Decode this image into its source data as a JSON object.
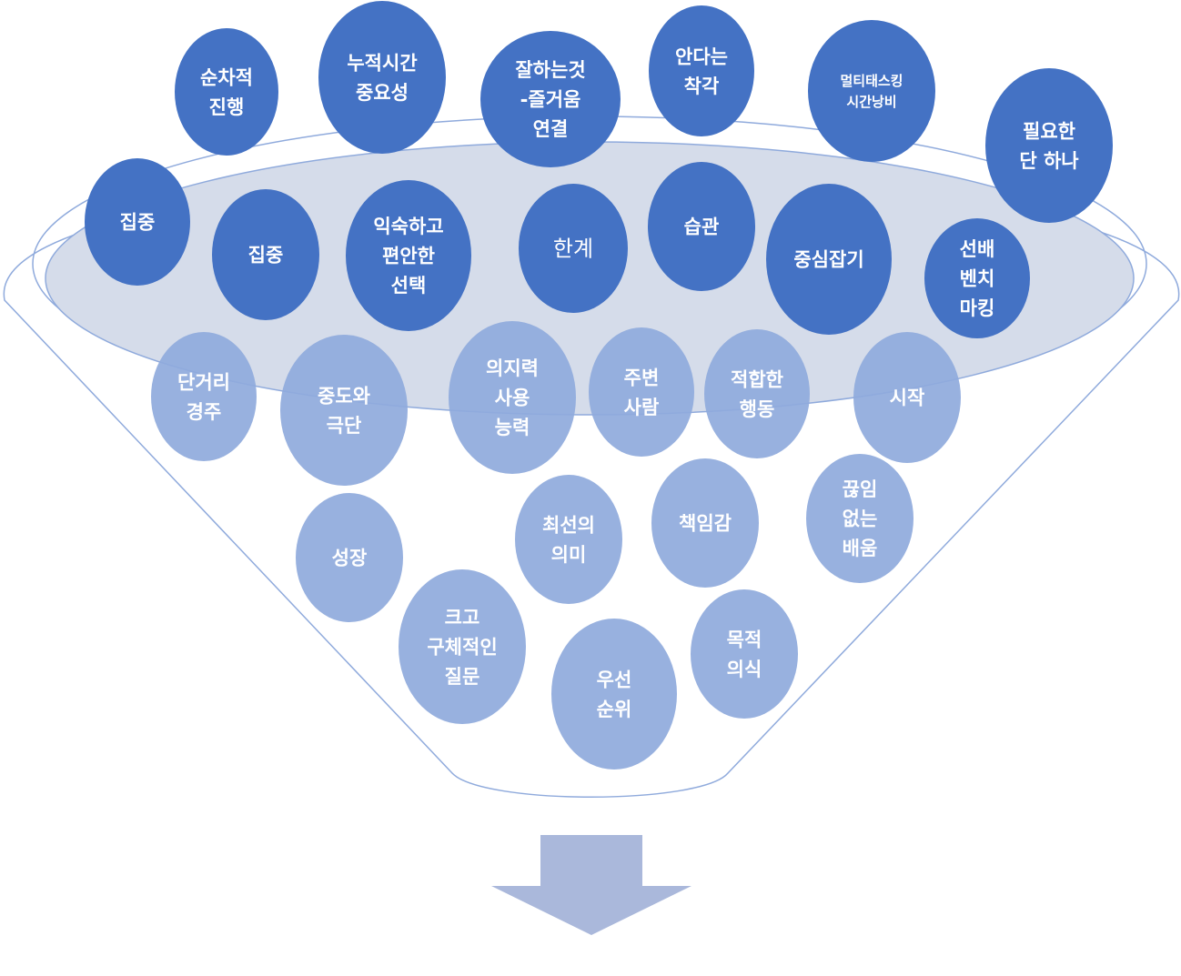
{
  "colors": {
    "dark_bubble": "#4472c4",
    "light_bubble": "#8faadc",
    "funnel_stroke": "#8faadc",
    "funnel_top": "#d5dcea",
    "arrow": "#aab8db",
    "text": "#ffffff"
  },
  "bubbles": [
    {
      "id": "b01",
      "lines": [
        "순차적",
        "진행"
      ],
      "tone": "dark"
    },
    {
      "id": "b02",
      "lines": [
        "누적시간",
        "중요성"
      ],
      "tone": "dark"
    },
    {
      "id": "b03",
      "lines": [
        "잘하는것",
        "-즐거움",
        "연결"
      ],
      "tone": "dark"
    },
    {
      "id": "b04",
      "lines": [
        "안다는",
        "착각"
      ],
      "tone": "dark"
    },
    {
      "id": "b05",
      "lines": [
        "멀티태스킹",
        "시간낭비"
      ],
      "tone": "dark"
    },
    {
      "id": "b06",
      "lines": [
        "필요한",
        "단 하나"
      ],
      "tone": "dark"
    },
    {
      "id": "b07",
      "lines": [
        "집중"
      ],
      "tone": "dark"
    },
    {
      "id": "b08",
      "lines": [
        "집중"
      ],
      "tone": "dark"
    },
    {
      "id": "b09",
      "lines": [
        "익숙하고",
        "편안한",
        "선택"
      ],
      "tone": "dark"
    },
    {
      "id": "b10",
      "lines": [
        "한계"
      ],
      "tone": "dark"
    },
    {
      "id": "b11",
      "lines": [
        "습관"
      ],
      "tone": "dark"
    },
    {
      "id": "b12",
      "lines": [
        "중심잡기"
      ],
      "tone": "dark"
    },
    {
      "id": "b13",
      "lines": [
        "선배",
        "벤치",
        "마킹"
      ],
      "tone": "dark"
    },
    {
      "id": "b14",
      "lines": [
        "단거리",
        "경주"
      ],
      "tone": "light"
    },
    {
      "id": "b15",
      "lines": [
        "중도와",
        "극단"
      ],
      "tone": "light"
    },
    {
      "id": "b16",
      "lines": [
        "의지력",
        "사용",
        "능력"
      ],
      "tone": "light"
    },
    {
      "id": "b17",
      "lines": [
        "주변",
        "사람"
      ],
      "tone": "light"
    },
    {
      "id": "b18",
      "lines": [
        "적합한",
        "행동"
      ],
      "tone": "light"
    },
    {
      "id": "b19",
      "lines": [
        "시작"
      ],
      "tone": "light"
    },
    {
      "id": "b20",
      "lines": [
        "성장"
      ],
      "tone": "light"
    },
    {
      "id": "b21",
      "lines": [
        "최선의",
        "의미"
      ],
      "tone": "light"
    },
    {
      "id": "b22",
      "lines": [
        "책임감"
      ],
      "tone": "light"
    },
    {
      "id": "b23",
      "lines": [
        "끊임",
        "없는",
        "배움"
      ],
      "tone": "light"
    },
    {
      "id": "b24",
      "lines": [
        "크고",
        "구체적인",
        "질문"
      ],
      "tone": "light"
    },
    {
      "id": "b25",
      "lines": [
        "우선",
        "순위"
      ],
      "tone": "light"
    },
    {
      "id": "b26",
      "lines": [
        "목적",
        "의식"
      ],
      "tone": "light"
    }
  ]
}
